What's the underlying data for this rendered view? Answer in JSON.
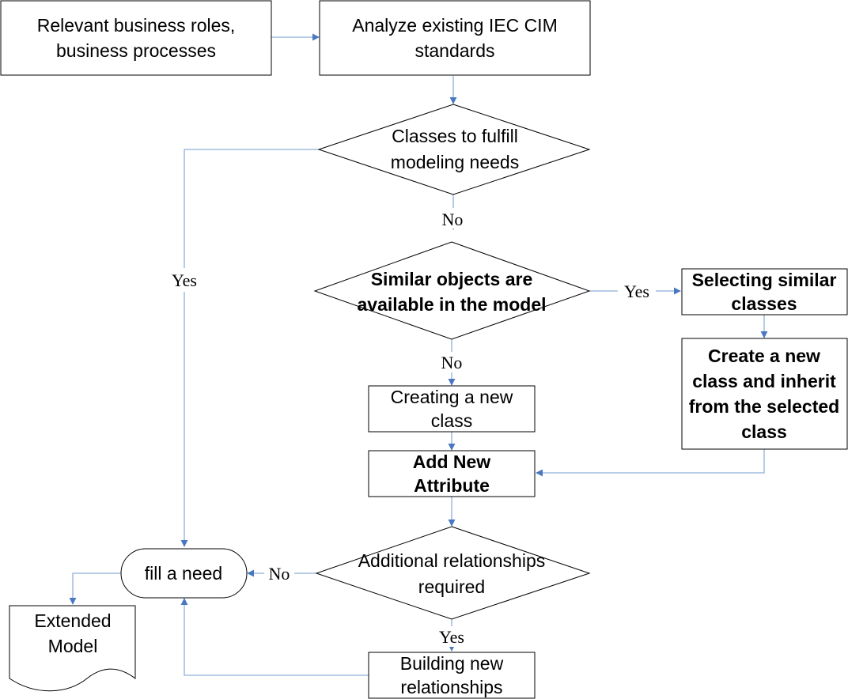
{
  "nodes": {
    "business_roles": {
      "line1": "Relevant business roles,",
      "line2": "business processes"
    },
    "analyze": {
      "line1": "Analyze existing IEC CIM",
      "line2": "standards"
    },
    "classes_fulfill": {
      "line1": "Classes to fulfill",
      "line2": "modeling needs"
    },
    "similar_objects": {
      "line1": "Similar objects are",
      "line2": "available in the model"
    },
    "selecting_similar": {
      "line1": "Selecting similar",
      "line2": "classes"
    },
    "create_inherit": {
      "line1": "Create a new",
      "line2": "class and inherit",
      "line3": "from the selected",
      "line4": "class"
    },
    "creating_new": {
      "line1": "Creating a new",
      "line2": "class"
    },
    "add_attribute": {
      "line1": "Add New",
      "line2": "Attribute"
    },
    "additional_rel": {
      "line1": "Additional relationships",
      "line2": "required"
    },
    "fill_need": {
      "line1": "fill a need"
    },
    "extended_model": {
      "line1": "Extended",
      "line2": "Model"
    },
    "building_rel": {
      "line1": "Building new",
      "line2": "relationships"
    }
  },
  "labels": {
    "yes_left": "Yes",
    "no_1": "No",
    "yes_right": "Yes",
    "no_2": "No",
    "no_left": "No",
    "yes_bottom": "Yes"
  },
  "colors": {
    "connector": "#8fb0d8",
    "arrowhead": "#4a78c0",
    "border": "#000000"
  }
}
